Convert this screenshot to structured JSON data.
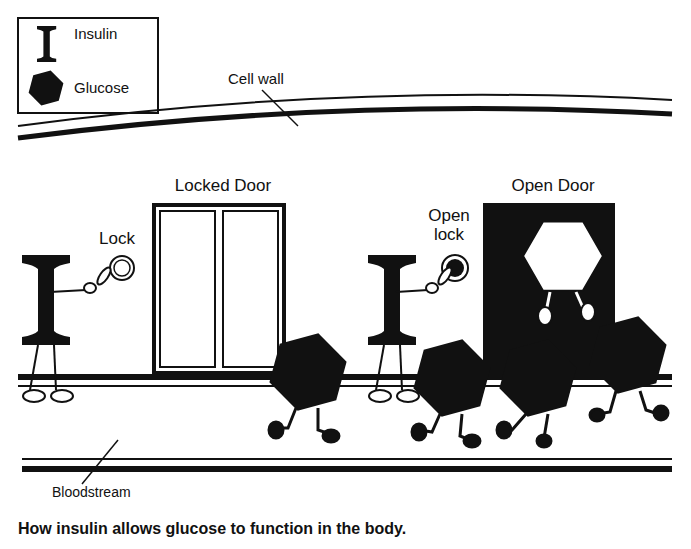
{
  "diagram": {
    "caption": "How insulin allows glucose to function in the body.",
    "nodes": [
      {
        "text": [
          "Locked Door"
        ]
      },
      {
        "text": [
          "Open Door"
        ]
      }
    ],
    "labels": [
      "Cell wall",
      "Lock",
      "Open lock",
      "Bloodstream"
    ],
    "legend": [
      {
        "text": "Insulin"
      },
      {
        "text": "Glucose"
      }
    ]
  }
}
